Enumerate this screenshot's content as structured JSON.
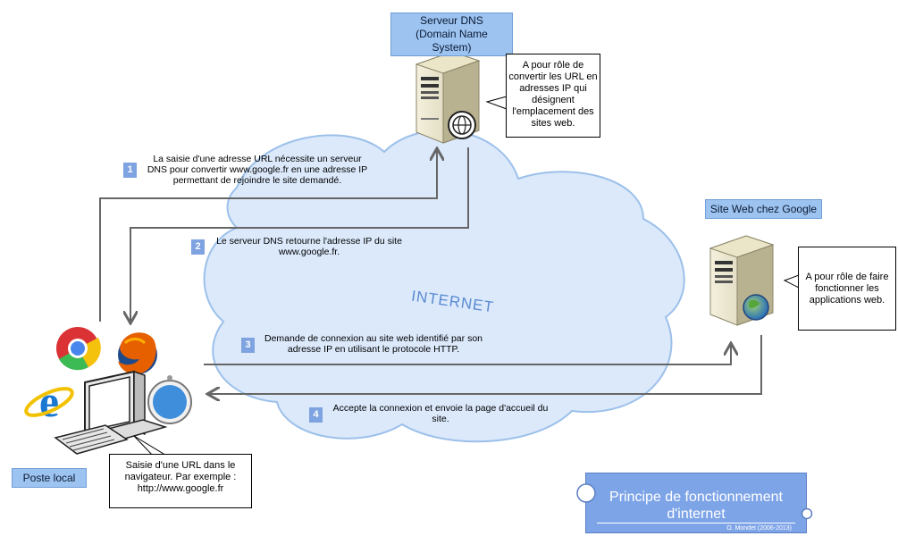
{
  "dns_server": {
    "title_line1": "Serveur DNS",
    "title_line2": "(Domain Name System)",
    "callout": [
      "A pour rôle de",
      "convertir les URL en",
      "adresses IP qui",
      "désignent",
      "l'emplacement des",
      "sites web."
    ]
  },
  "web_server": {
    "title": "Site Web chez Google",
    "callout": [
      "A pour rôle de faire",
      "fonctionner les",
      "applications web."
    ]
  },
  "client": {
    "title": "Poste local",
    "callout": [
      "Saisie d'une URL dans le",
      "navigateur. Par exemple :",
      "http://www.google.fr"
    ]
  },
  "cloud_label": "INTERNET",
  "steps": [
    {
      "number": "1",
      "lines": [
        "La saisie d'une adresse URL nécessite un serveur",
        "DNS pour convertir www.google.fr en une adresse IP",
        "permettant de rejoindre le site demandé."
      ]
    },
    {
      "number": "2",
      "lines": [
        "Le serveur DNS retourne l'adresse IP du site",
        "www.google.fr."
      ]
    },
    {
      "number": "3",
      "lines": [
        "Demande de connexion au site web identifié par son",
        "adresse IP en utilisant le protocole HTTP."
      ]
    },
    {
      "number": "4",
      "lines": [
        "Accepte la connexion et envoie la page d'accueil du",
        "site."
      ]
    }
  ],
  "title_card": {
    "line1": "Principe de fonctionnement",
    "line2": "d'internet",
    "credit": "O. Mondet (2006-2013)"
  },
  "colors": {
    "cloud_fill": "#dbe9fb",
    "cloud_stroke": "#9cc0ea",
    "label_fill": "#9dc3f0",
    "step_fill": "#7ea3e0",
    "arrow": "#666666",
    "title_fill": "#7ea4e8"
  },
  "icons": [
    "server-icon",
    "globe-icon",
    "chrome-icon",
    "firefox-icon",
    "internet-explorer-icon",
    "safari-icon",
    "computer-icon"
  ]
}
